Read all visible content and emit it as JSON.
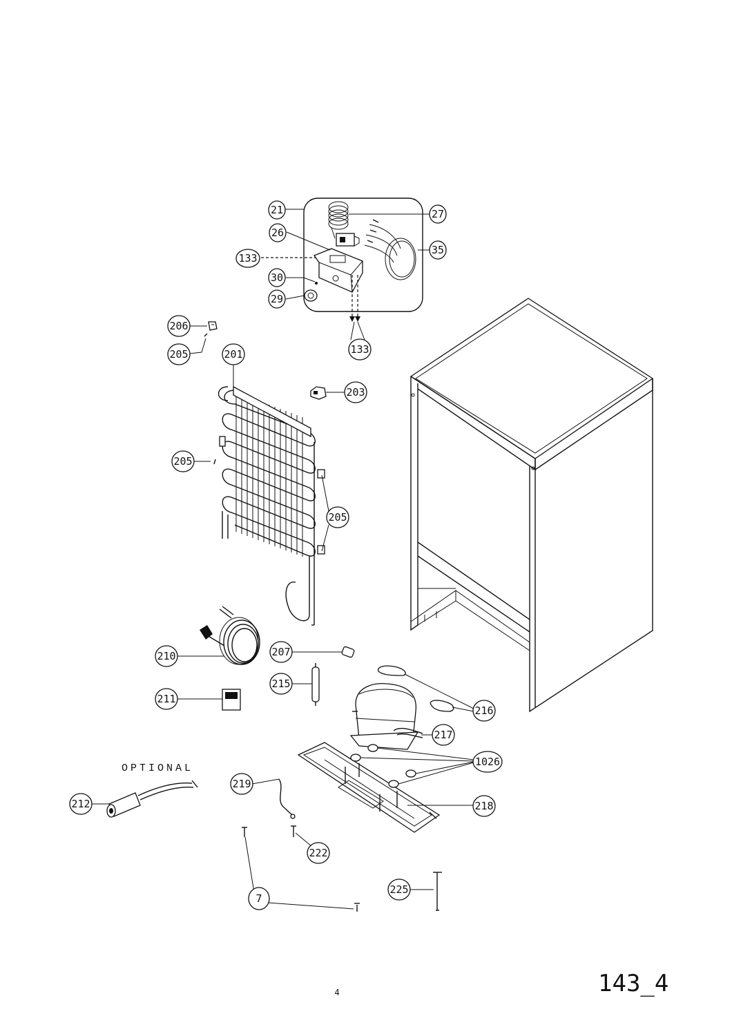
{
  "labels": {
    "l21": "21",
    "l26": "26",
    "l27": "27",
    "l35": "35",
    "l133a": "133",
    "l30": "30",
    "l29": "29",
    "l133b": "133",
    "l206": "206",
    "l205a": "205",
    "l201": "201",
    "l203": "203",
    "l205b": "205",
    "l205c": "205",
    "l210": "210",
    "l207": "207",
    "l215": "215",
    "l211": "211",
    "l216": "216",
    "l217": "217",
    "l1026": "1026",
    "l218": "218",
    "l219": "219",
    "l212": "212",
    "l222": "222",
    "l7": "7",
    "l225": "225"
  },
  "optional_text": "OPTIONAL",
  "drawing_code": "143_4",
  "page_number": "4"
}
